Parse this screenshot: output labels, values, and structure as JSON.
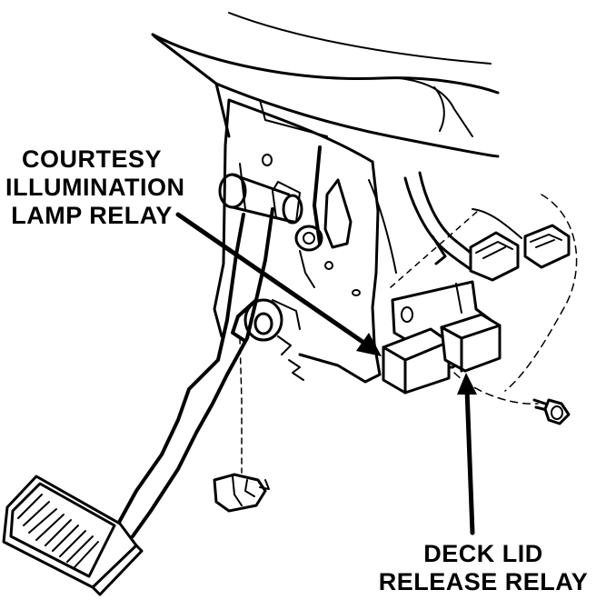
{
  "labels": {
    "courtesy_relay": [
      "COURTESY",
      "ILLUMINATION",
      "LAMP RELAY"
    ],
    "deck_lid_relay": [
      "DECK LID",
      "RELEASE RELAY"
    ]
  },
  "colors": {
    "ink": "#000000",
    "background": "#ffffff"
  }
}
